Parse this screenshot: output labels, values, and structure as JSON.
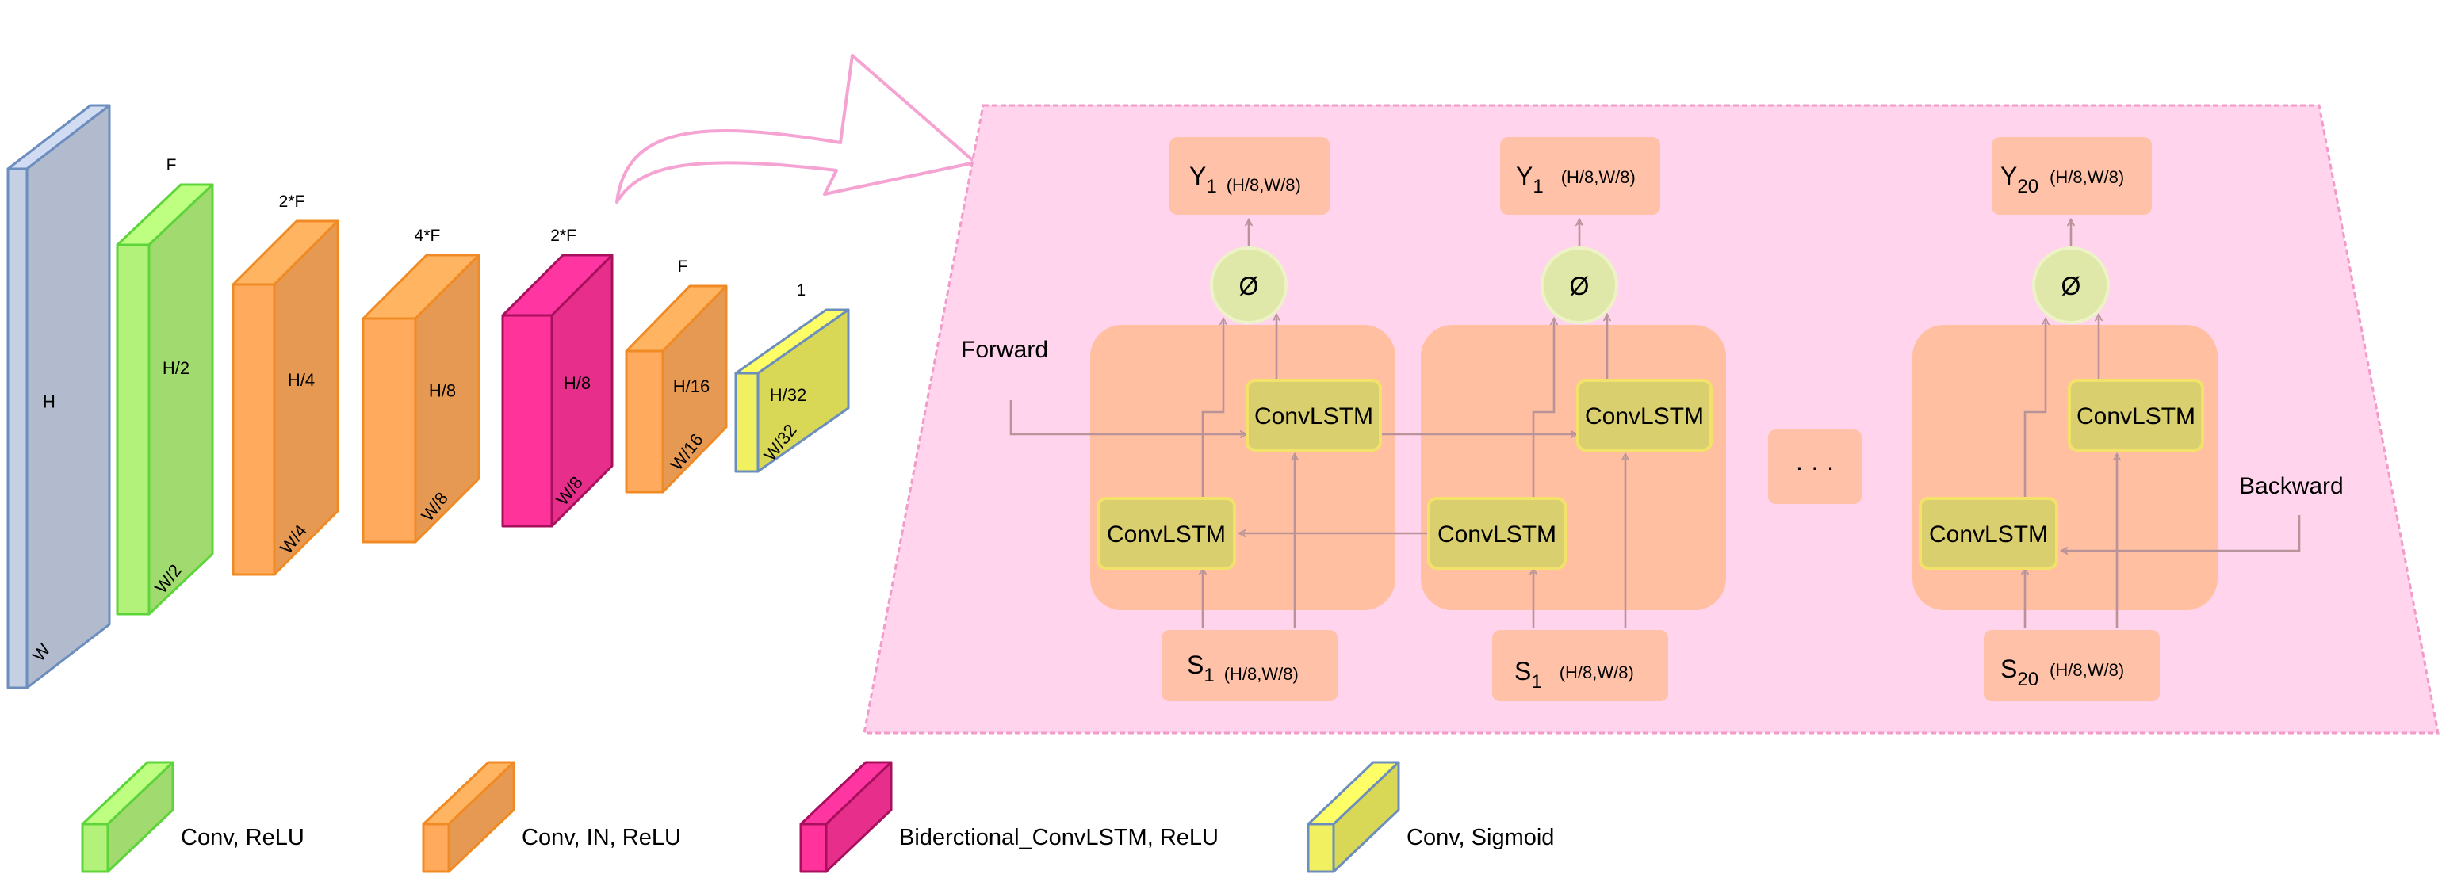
{
  "encoder": {
    "blocks": [
      {
        "type": "input",
        "top": "",
        "height": "H",
        "width": "W"
      },
      {
        "type": "conv_relu",
        "top": "F",
        "height": "H/2",
        "width": "W/2"
      },
      {
        "type": "conv_in_relu",
        "top": "2*F",
        "height": "H/4",
        "width": "W/4"
      },
      {
        "type": "conv_in_relu",
        "top": "4*F",
        "height": "H/8",
        "width": "W/8"
      },
      {
        "type": "biconvlstm_relu",
        "top": "2*F",
        "height": "H/8",
        "width": "W/8"
      },
      {
        "type": "conv_in_relu",
        "top": "F",
        "height": "H/16",
        "width": "W/16"
      },
      {
        "type": "conv_sigmoid",
        "top": "1",
        "height": "H/32",
        "width": "W/32"
      }
    ]
  },
  "recurrent": {
    "cell_label": "ConvLSTM",
    "forward_label": "Forward",
    "backward_label": "Backward",
    "ellipsis": "· · ·",
    "phi": "Ø",
    "steps": [
      {
        "out_main": "Y",
        "out_sub": "1",
        "out_dims": "(H/8,W/8)",
        "in_main": "S",
        "in_sub": "1",
        "in_dims": "(H/8,W/8)"
      },
      {
        "out_main": "Y",
        "out_sub": "1",
        "out_dims": "(H/8,W/8)",
        "in_main": "S",
        "in_sub": "1",
        "in_dims": "(H/8,W/8)"
      },
      {
        "out_main": "Y",
        "out_sub": "20",
        "out_dims": "(H/8,W/8)",
        "in_main": "S",
        "in_sub": "20",
        "in_dims": "(H/8,W/8)"
      }
    ]
  },
  "legend": [
    {
      "type": "conv_relu",
      "label": "Conv, ReLU"
    },
    {
      "type": "conv_in_relu",
      "label": "Conv, IN, ReLU"
    },
    {
      "type": "biconvlstm_relu",
      "label": "Biderctional_ConvLSTM, ReLU"
    },
    {
      "type": "conv_sigmoid",
      "label": "Conv, Sigmoid"
    }
  ],
  "colors": {
    "input": "#c5d0e4",
    "input_stroke": "#6c8ebf",
    "conv_relu": "#b3f27a",
    "conv_relu_stroke": "#5dd43a",
    "conv_in_relu": "#ffaa5c",
    "conv_in_relu_stroke": "#f08a24",
    "biconvlstm_relu": "#ff3399",
    "biconvlstm_relu_stroke": "#a8105e",
    "conv_sigmoid": "#f0f060",
    "conv_sigmoid_stroke": "#6c8ebf",
    "panel": "#ffd4ec",
    "panel_stroke": "#f29ac8",
    "cell_group": "#ffbfa0",
    "convlstm": "#d9cf6f",
    "convlstm_stroke": "#f2e26a",
    "phi": "#dfe8a8",
    "io_box": "#ffc2a8",
    "arrow": "#b8949a"
  }
}
